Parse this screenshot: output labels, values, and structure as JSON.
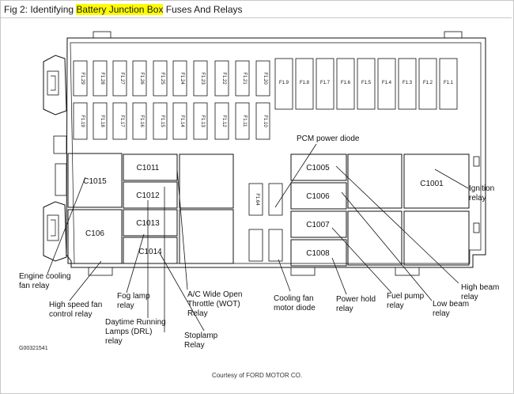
{
  "title": {
    "prefix": "Fig 2: Identifying ",
    "highlight": "Battery Junction Box",
    "suffix": " Fuses And Relays"
  },
  "fuses_top_row": [
    "F1.29",
    "F1.28",
    "F1.27",
    "F1.26",
    "F1.25",
    "F1.24",
    "F1.23",
    "F1.22",
    "F1.21",
    "F1.20"
  ],
  "fuses_right_row": [
    "F1.9",
    "F1.8",
    "F1.7",
    "F1.6",
    "F1.5",
    "F1.4",
    "F1.3",
    "F1.2",
    "F1.1"
  ],
  "fuses_bottom_row": [
    "F1.19",
    "F1.18",
    "F1.17",
    "F1.16",
    "F1.15",
    "F1.14",
    "F1.13",
    "F1.12",
    "F1.11",
    "F1.10"
  ],
  "fuse_extra": "F1.64",
  "relays": {
    "c1015": "C1015",
    "c106": "C106",
    "c1011": "C1011",
    "c1012": "C1012",
    "c1013": "C1013",
    "c1014": "C1014",
    "c1005": "C1005",
    "c1006": "C1006",
    "c1007": "C1007",
    "c1008": "C1008",
    "c1001": "C1001"
  },
  "callouts": {
    "pcm_power_diode": "PCM power diode",
    "ignition_relay": [
      "Ignition",
      "relay"
    ],
    "engine_cooling_fan_relay": [
      "Engine cooling",
      "fan relay"
    ],
    "high_speed_fan_relay": [
      "High speed fan",
      "control relay"
    ],
    "fog_lamp_relay": [
      "Fog lamp",
      "relay"
    ],
    "drl_relay": [
      "Daytime Running",
      "Lamps (DRL)",
      "relay"
    ],
    "ac_wot_relay": [
      "A/C Wide Open",
      "Throttle (WOT)",
      "Relay"
    ],
    "stoplamp_relay": [
      "Stoplamp",
      "Relay"
    ],
    "cooling_fan_motor_diode": [
      "Cooling fan",
      "motor diode"
    ],
    "power_hold_relay": [
      "Power hold",
      "relay"
    ],
    "fuel_pump_relay": [
      "Fuel pump",
      "relay"
    ],
    "low_beam_relay": [
      "Low beam",
      "relay"
    ],
    "high_beam_relay": [
      "High beam",
      "relay"
    ]
  },
  "code": "G00321541",
  "credit": "Courtesy of FORD MOTOR CO."
}
